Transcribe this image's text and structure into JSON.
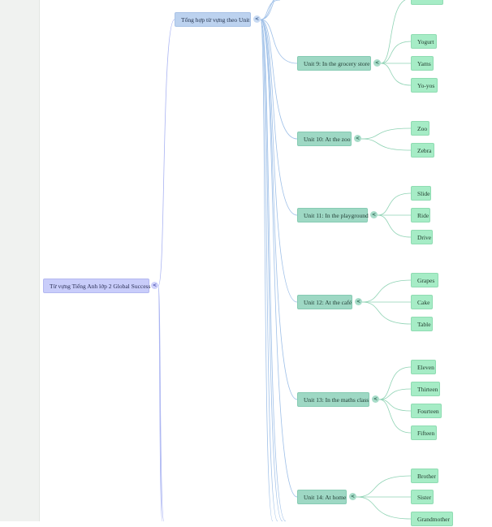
{
  "colors": {
    "line_root": "#a9b3f2",
    "line_branch": "#9fc0e8",
    "line_unit": "#8fd3b4",
    "collapse_glyph": "<"
  },
  "mindmap": {
    "root": {
      "label": "Từ vựng Tiếng Anh lớp 2 Global Success"
    },
    "branch": {
      "label": "Tổng hợp từ vựng theo Unit"
    },
    "units": [
      {
        "label": "Unit 9: In the grocery store",
        "words": [
          "Yogurt",
          "Yams",
          "Yo-yos"
        ]
      },
      {
        "label": "Unit 10: At the zoo",
        "words": [
          "Zoo",
          "Zebra"
        ]
      },
      {
        "label": "Unit 11: In the playground",
        "words": [
          "Slide",
          "Ride",
          "Drive"
        ]
      },
      {
        "label": "Unit 12: At the café",
        "words": [
          "Grapes",
          "Cake",
          "Table"
        ]
      },
      {
        "label": "Unit 13: In the maths class",
        "words": [
          "Eleven",
          "Thirteen",
          "Fourteen",
          "Fifteen"
        ]
      },
      {
        "label": "Unit 14: At home",
        "words": [
          "Brother",
          "Sister",
          "Grandmother"
        ]
      }
    ]
  }
}
